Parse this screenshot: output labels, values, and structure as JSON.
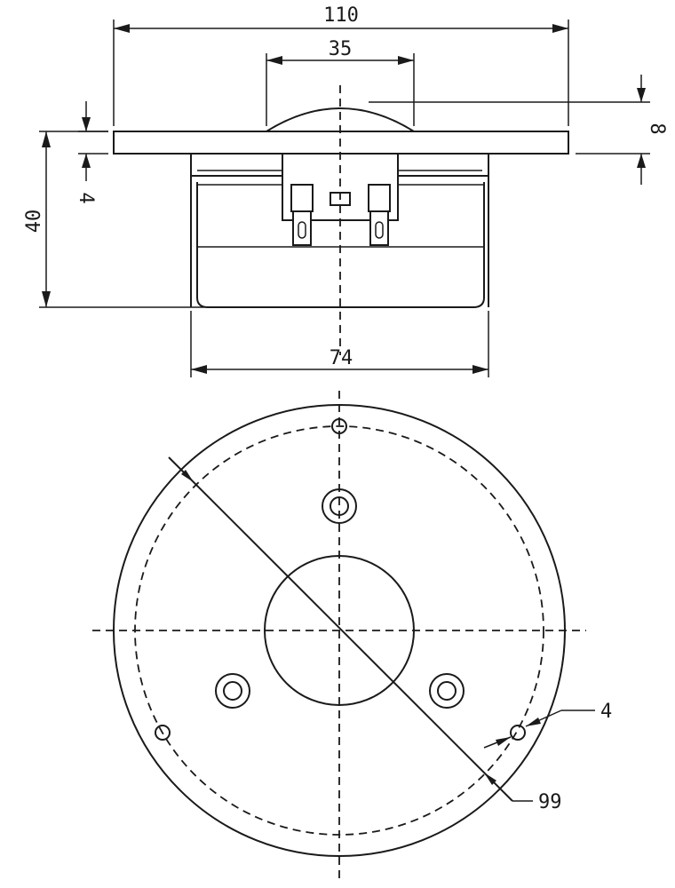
{
  "dimensions": {
    "overall_width": "110",
    "dome_width": "35",
    "dome_height": "8",
    "flange_thickness": "4",
    "total_depth": "40",
    "body_width": "74",
    "hole_diameter": "4",
    "bolt_circle": "99"
  }
}
